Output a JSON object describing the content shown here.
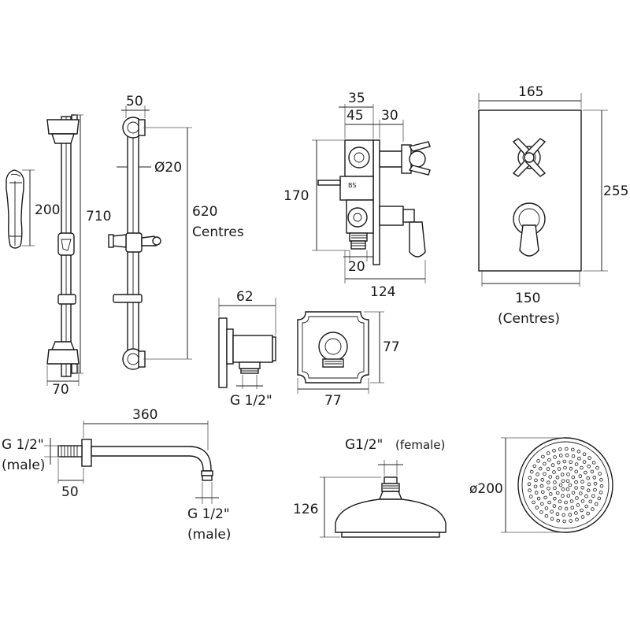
{
  "labels": {
    "rail_bracket_width": "50",
    "rail_diameter": "Ø20",
    "handset_length": "200",
    "rail_length": "710",
    "rail_centres_value": "620",
    "rail_centres_word": "Centres",
    "rail_base_width": "70",
    "valve_dim_35": "35",
    "valve_dim_45": "45",
    "valve_dim_30": "30",
    "valve_height": "170",
    "valve_dim_20": "20",
    "valve_width": "124",
    "plate_width": "165",
    "plate_height": "255",
    "plate_centres_value": "150",
    "plate_centres_word": "(Centres)",
    "outlet_depth": "62",
    "outlet_thread": "G 1/2\"",
    "outlet_plate_height": "77",
    "outlet_plate_width": "77",
    "arm_length": "360",
    "arm_inlet_thread": "G 1/2\"",
    "arm_inlet_type": "(male)",
    "arm_wall_depth": "50",
    "arm_outlet_thread": "G 1/2\"",
    "arm_outlet_type": "(male)",
    "head_thread": "G1/2\"",
    "head_thread_type": "(female)",
    "head_height": "126",
    "head_diameter": "ø200"
  }
}
